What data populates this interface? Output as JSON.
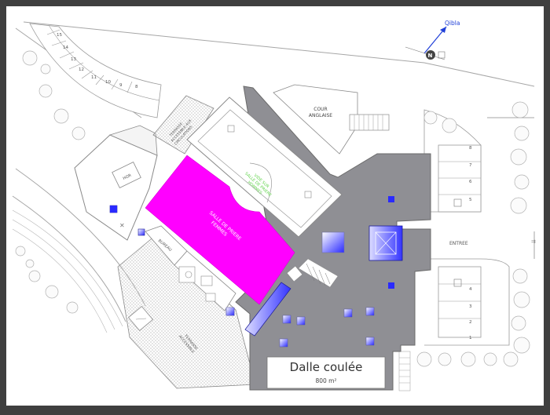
{
  "compass": {
    "label": "Qibla",
    "north": "N"
  },
  "rooms": {
    "cour": [
      "COUR",
      "ANGLAISE"
    ],
    "salle_femmes": [
      "SALLE DE PRIERE",
      "FEMMES"
    ],
    "vide_label": [
      "VIDE SUR",
      "SALLE DE PRIERE",
      "HOMMES"
    ],
    "entree": "ENTREE",
    "bureau": "BUREAU",
    "hor": "HOR",
    "terrasse": [
      "TERRASSE",
      "ACCESSIBLE"
    ],
    "terrasse_top": [
      "TERRASSE",
      "ACCESSIBLE AUX",
      "CIRCULATIONS"
    ]
  },
  "dalle": {
    "title": "Dalle coulée",
    "area": "800 m²"
  },
  "stands_top": [
    "15",
    "14",
    "13",
    "12",
    "11",
    "10",
    "9",
    "8"
  ],
  "parking_upper": [
    "8",
    "7",
    "6",
    "5"
  ],
  "parking_lower": [
    "4",
    "3",
    "2",
    "1"
  ],
  "colors": {
    "frame": "#3f3f3f",
    "paper": "#ffffff",
    "line": "#9a9a9a",
    "slab": "#8f8f94",
    "magenta": "#ff00ff",
    "green": "#5fd34a",
    "blue": "#2a2aff",
    "qibla": "#1f3fd8"
  }
}
